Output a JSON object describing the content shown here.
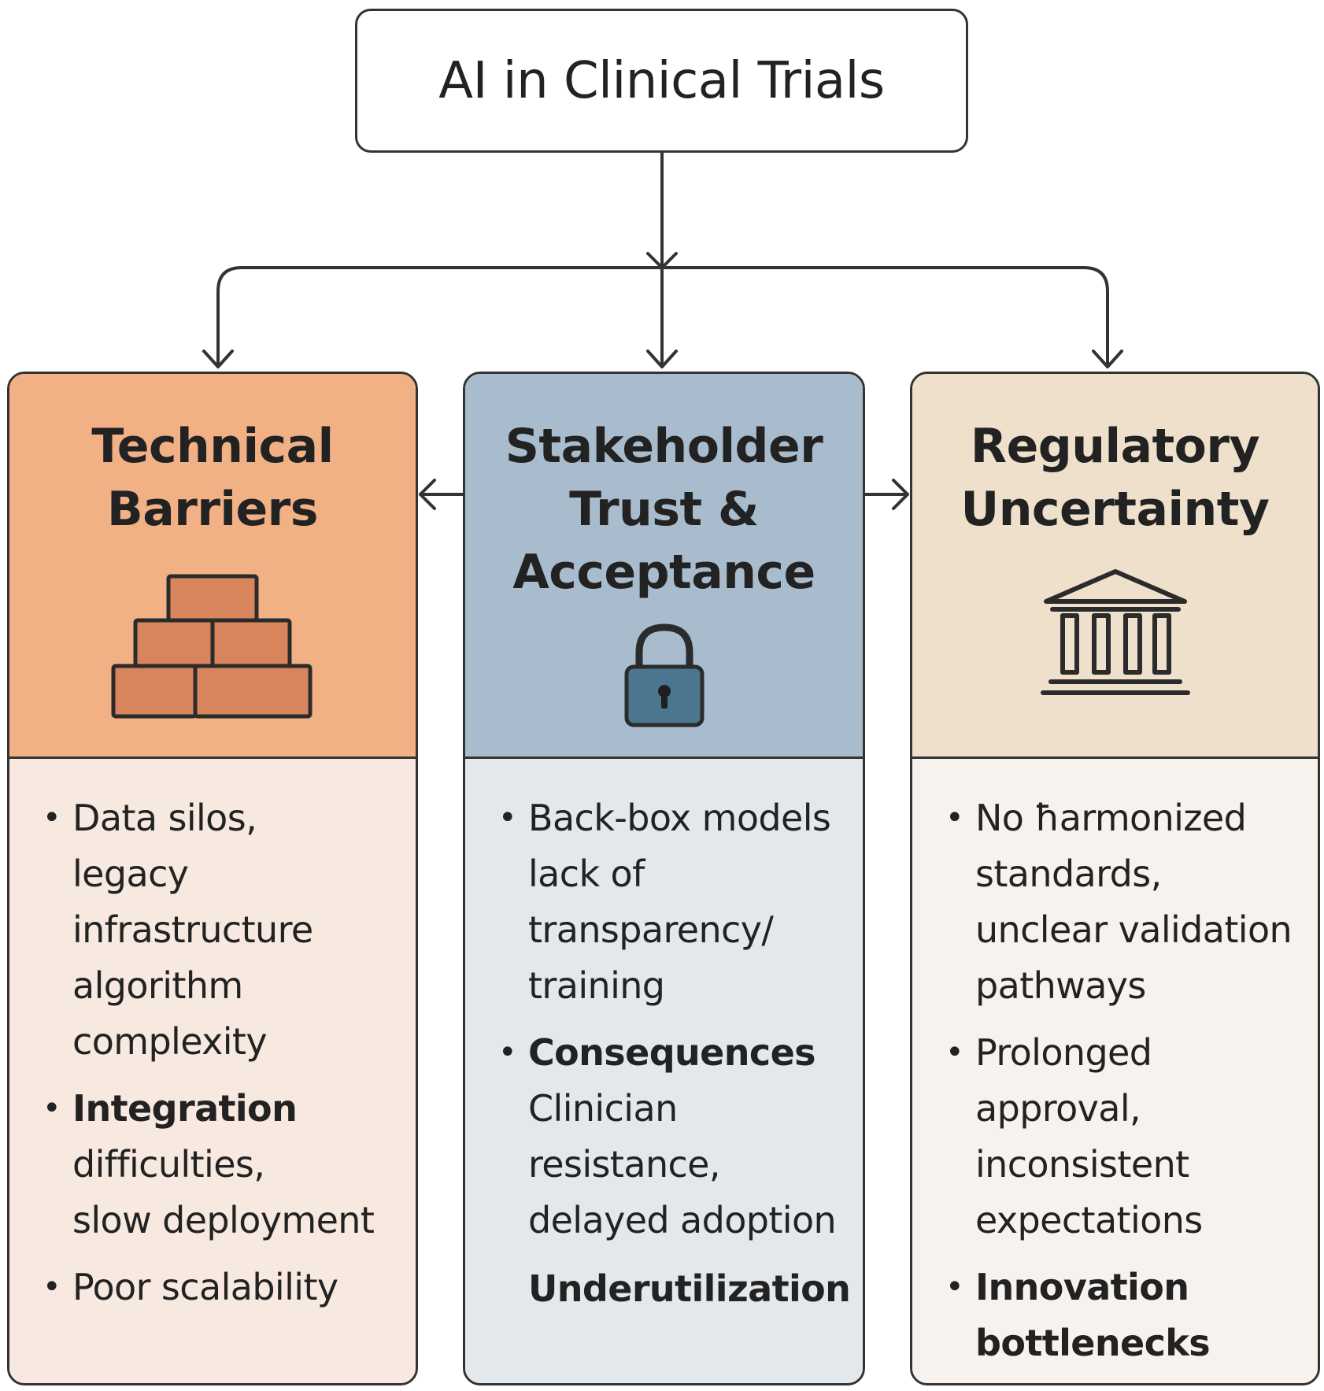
{
  "root": {
    "title": "AI in Clinical Trials"
  },
  "colors": {
    "line": "#333333",
    "technical_head": "#f1b185",
    "technical_body": "#f7e9e0",
    "brick": "#d8845d",
    "stakeholder_head": "#a9bccd",
    "stakeholder_body": "#e3e8ec",
    "lock": "#4c7590",
    "regulatory_head": "#efe0cc",
    "regulatory_body": "#f7f2ee"
  },
  "cards": {
    "technical": {
      "title_lines": [
        "Technical",
        "Barriers"
      ],
      "icon": "brick-wall-icon",
      "bullets": [
        {
          "lines": [
            "Data silos,",
            "legacy",
            "infrastructure",
            "algorithm",
            "complexity"
          ]
        },
        {
          "lead": "Integration",
          "lines": [
            "difficulties,",
            "slow deployment"
          ]
        },
        {
          "lines": [
            "Poor scalability"
          ]
        }
      ]
    },
    "stakeholder": {
      "title_lines": [
        "Stakeholder",
        "Trust &",
        "Acceptance"
      ],
      "icon": "padlock-icon",
      "bullets": [
        {
          "lines": [
            "Back-box models",
            "lack of",
            "transparency/",
            "training"
          ]
        },
        {
          "lead": "Consequences",
          "lines": [
            "Clinician",
            "resistance,",
            "delayed adoption"
          ],
          "trailing": "Underutilization"
        }
      ]
    },
    "regulatory": {
      "title_lines": [
        "Regulatory",
        "Uncertainty"
      ],
      "icon": "government-building-icon",
      "bullets": [
        {
          "lines": [
            "No ħarmonized",
            "standards,",
            "unclear validation",
            "pathways"
          ]
        },
        {
          "lines": [
            "Prolonged",
            "approval,",
            "inconsistent",
            "expectations"
          ]
        },
        {
          "lead": "Innovation",
          "leadLines": [
            "bottlenecks"
          ],
          "lines": []
        }
      ]
    }
  }
}
